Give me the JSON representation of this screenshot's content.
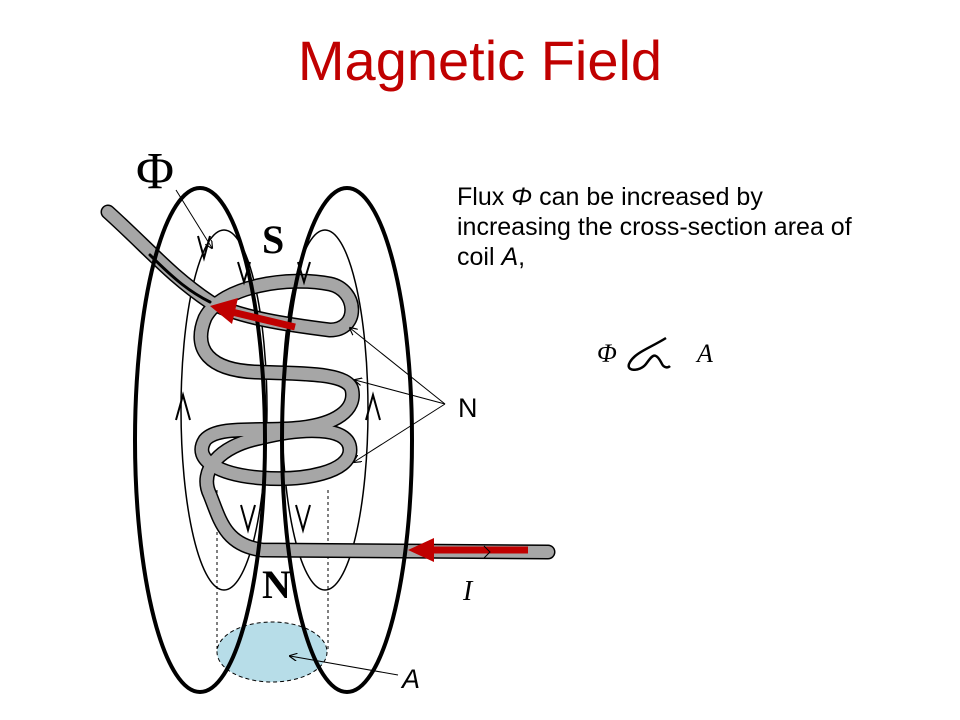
{
  "title": "Magnetic Field",
  "description": {
    "part1": "Flux ",
    "flux_symbol": "Φ",
    "part2": " can be increased by increasing the cross-section area of coil ",
    "coil_var": "A",
    "part3": ","
  },
  "formula": {
    "lhs": "Φ",
    "rhs": "A"
  },
  "labels": {
    "phi": "Φ",
    "south": "S",
    "north": "N",
    "turns": "N",
    "current": "I",
    "area": "A"
  },
  "colors": {
    "title": "#c00000",
    "arrow": "#c00000",
    "wire": "#a6a6a6",
    "area_fill": "#b7dde8"
  }
}
